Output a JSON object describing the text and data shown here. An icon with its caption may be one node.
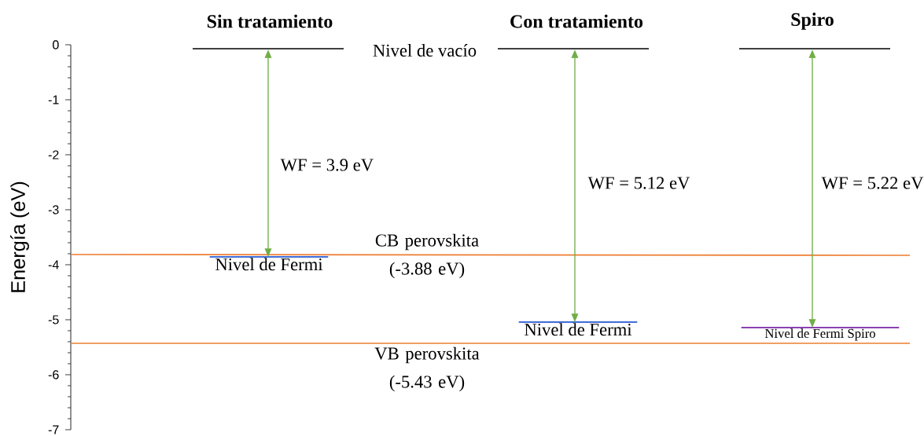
{
  "diagram": {
    "nodes": [
      {
        "text": [],
        "shape": "bar"
      },
      {
        "text": [
          "Nivel de Fermi"
        ]
      },
      {
        "text": [],
        "shape": "bar"
      },
      {
        "text": [
          "Nivel de Fermi"
        ]
      },
      {
        "text": [],
        "shape": "bar"
      },
      {
        "text": [
          "Nivel de Fermi Spiro"
        ]
      }
    ],
    "edges": [
      {
        "from": 0,
        "to": 1,
        "arrow": "both",
        "label": "WF = 3.9 eV"
      },
      {
        "from": 2,
        "to": 3,
        "arrow": "both",
        "label": "WF = 5.12 eV"
      },
      {
        "from": 4,
        "to": 5,
        "arrow": "both",
        "label": "WF = 5.22 eV"
      }
    ],
    "labels": [
      "Sin tratamiento",
      "Con tratamiento",
      "Spiro",
      "Nivel de vacío",
      "CB perovskita (-3.88 eV)",
      "VB perovskita (-5.43 eV)",
      "0",
      "-1",
      "-2",
      "-3",
      "-4",
      "-5",
      "-6",
      "-7",
      "Energía (eV)"
    ]
  }
}
